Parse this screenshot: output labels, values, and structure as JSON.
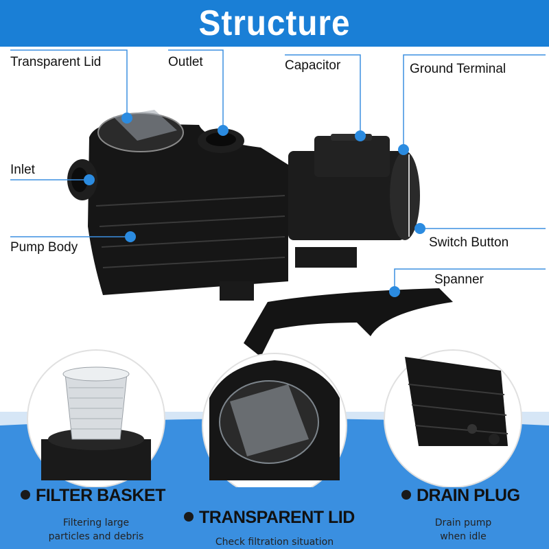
{
  "header": {
    "title": "Structure"
  },
  "labels": {
    "transparent_lid": "Transparent Lid",
    "outlet": "Outlet",
    "capacitor": "Capacitor",
    "ground_terminal": "Ground Terminal",
    "inlet": "Inlet",
    "pump_body": "Pump Body",
    "switch_button": "Switch Button",
    "spanner": "Spanner"
  },
  "features": [
    {
      "title": "FILTER BASKET",
      "desc_line1": "Filtering large",
      "desc_line2": "particles and debris"
    },
    {
      "title": "TRANSPARENT LID",
      "desc_line1": "Check filtration situation"
    },
    {
      "title": "DRAIN PLUG",
      "desc_line1": "Drain pump",
      "desc_line2": "when idle"
    }
  ],
  "colors": {
    "banner": "#1a7fd6",
    "accent_dot": "#2b8be0",
    "pump_body": "#1c1c1c",
    "bottom_band": "#3a8fe0"
  }
}
